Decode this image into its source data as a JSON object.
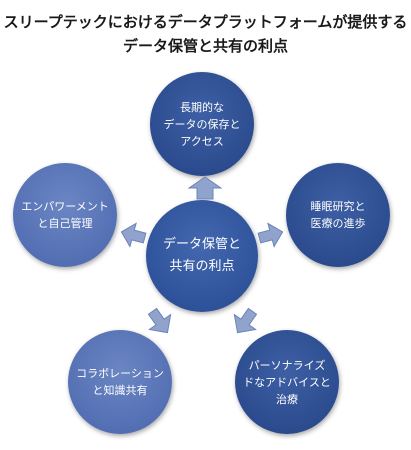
{
  "title": {
    "line1": "スリープテックにおけるデータプラットフォームが提供する",
    "line2": "データ保管と共有の利点"
  },
  "center": {
    "label": "データ保管と\n共有の利点"
  },
  "nodes": {
    "top": {
      "label": "長期的な\nデータの保存と\nアクセス"
    },
    "right": {
      "label": "睡眠研究と\n医療の進歩"
    },
    "bottom_right": {
      "label": "パーソナライズ\nドなアドバイスと\n治療"
    },
    "bottom_left": {
      "label": "コラボレーション\nと知識共有"
    },
    "left": {
      "label": "エンパワーメント\nと自己管理"
    }
  },
  "colors": {
    "center": "#2f539a",
    "node_dark": "#2c4c8f",
    "node_light": "#5470b4",
    "arrow": "#8fa3cc"
  }
}
